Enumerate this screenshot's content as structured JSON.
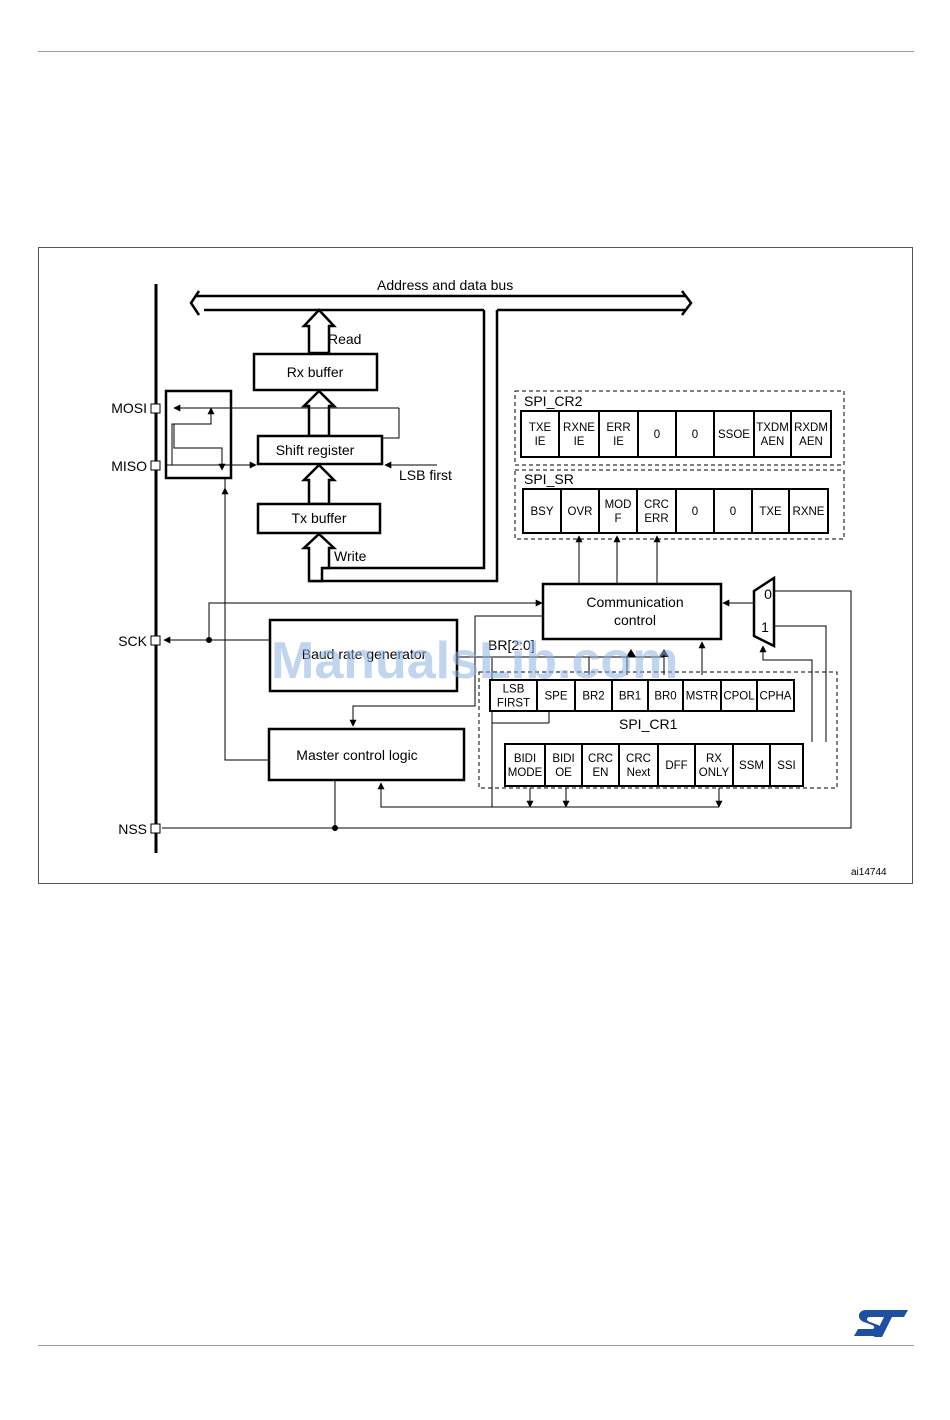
{
  "bus_label": "Address and data bus",
  "read_label": "Read",
  "write_label": "Write",
  "lsb_first_label": "LSB first",
  "rx_buffer": "Rx buffer",
  "shift_register": "Shift register",
  "tx_buffer": "Tx buffer",
  "comm_control": [
    "Communication",
    "control"
  ],
  "baud_rate_generator": "Baud rate generator",
  "master_control_logic": "Master control logic",
  "br_bus_label": "BR[2:0]",
  "mux_inputs": [
    "0",
    "1"
  ],
  "pins": {
    "mosi": "MOSI",
    "miso": "MISO",
    "sck": "SCK",
    "nss": "NSS"
  },
  "spi_cr2": {
    "title": "SPI_CR2",
    "cells": [
      [
        "TXE",
        "IE"
      ],
      [
        "RXNE",
        "IE"
      ],
      [
        "ERR",
        "IE"
      ],
      [
        "0"
      ],
      [
        "0"
      ],
      [
        "SSOE"
      ],
      [
        "TXDM",
        "AEN"
      ],
      [
        "RXDM",
        "AEN"
      ]
    ]
  },
  "spi_sr": {
    "title": "SPI_SR",
    "cells": [
      [
        "BSY"
      ],
      [
        "OVR"
      ],
      [
        "MOD",
        "F"
      ],
      [
        "CRC",
        "ERR"
      ],
      [
        "0"
      ],
      [
        "0"
      ],
      [
        "TXE"
      ],
      [
        "RXNE"
      ]
    ]
  },
  "spi_cr1": {
    "title": "SPI_CR1",
    "row1": [
      [
        "LSB",
        "FIRST"
      ],
      [
        "SPE"
      ],
      [
        "BR2"
      ],
      [
        "BR1"
      ],
      [
        "BR0"
      ],
      [
        "MSTR"
      ],
      [
        "CPOL"
      ],
      [
        "CPHA"
      ]
    ],
    "row2": [
      [
        "BIDI",
        "MODE"
      ],
      [
        "BIDI",
        "OE"
      ],
      [
        "CRC",
        "EN"
      ],
      [
        "CRC",
        "Next"
      ],
      [
        "DFF"
      ],
      [
        "RX",
        "ONLY"
      ],
      [
        "SSM"
      ],
      [
        "SSI"
      ]
    ]
  },
  "figure_id": "ai14744",
  "watermark": "ManualsLib.com",
  "logo_text": "ST",
  "colors": {
    "logo": "#1f4fa0",
    "watermark": "#8fb4e3"
  }
}
